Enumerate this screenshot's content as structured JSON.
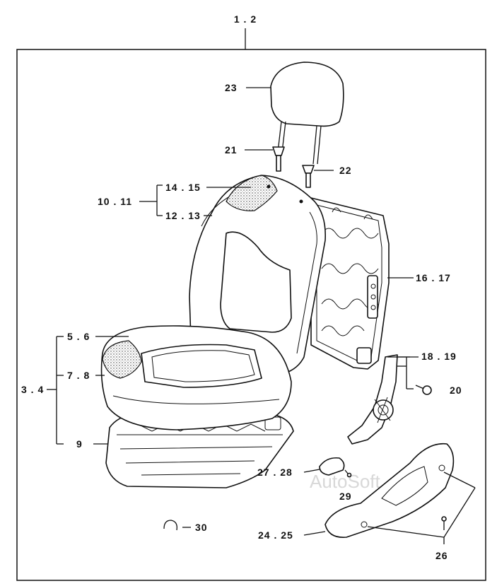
{
  "diagram": {
    "top_label": "1 . 2",
    "watermark": "AutoSoft",
    "callouts": {
      "c23": "23",
      "c21": "21",
      "c22": "22",
      "c1415": "14 . 15",
      "c1011": "10 . 11",
      "c1213": "12 . 13",
      "c1617": "16 . 17",
      "c56": "5 . 6",
      "c34": "3 . 4",
      "c78": "7 . 8",
      "c1819": "18 . 19",
      "c20": "20",
      "c9": "9",
      "c2728": "27 . 28",
      "c29": "29",
      "c30": "30",
      "c2425": "24 . 25",
      "c26": "26"
    }
  }
}
